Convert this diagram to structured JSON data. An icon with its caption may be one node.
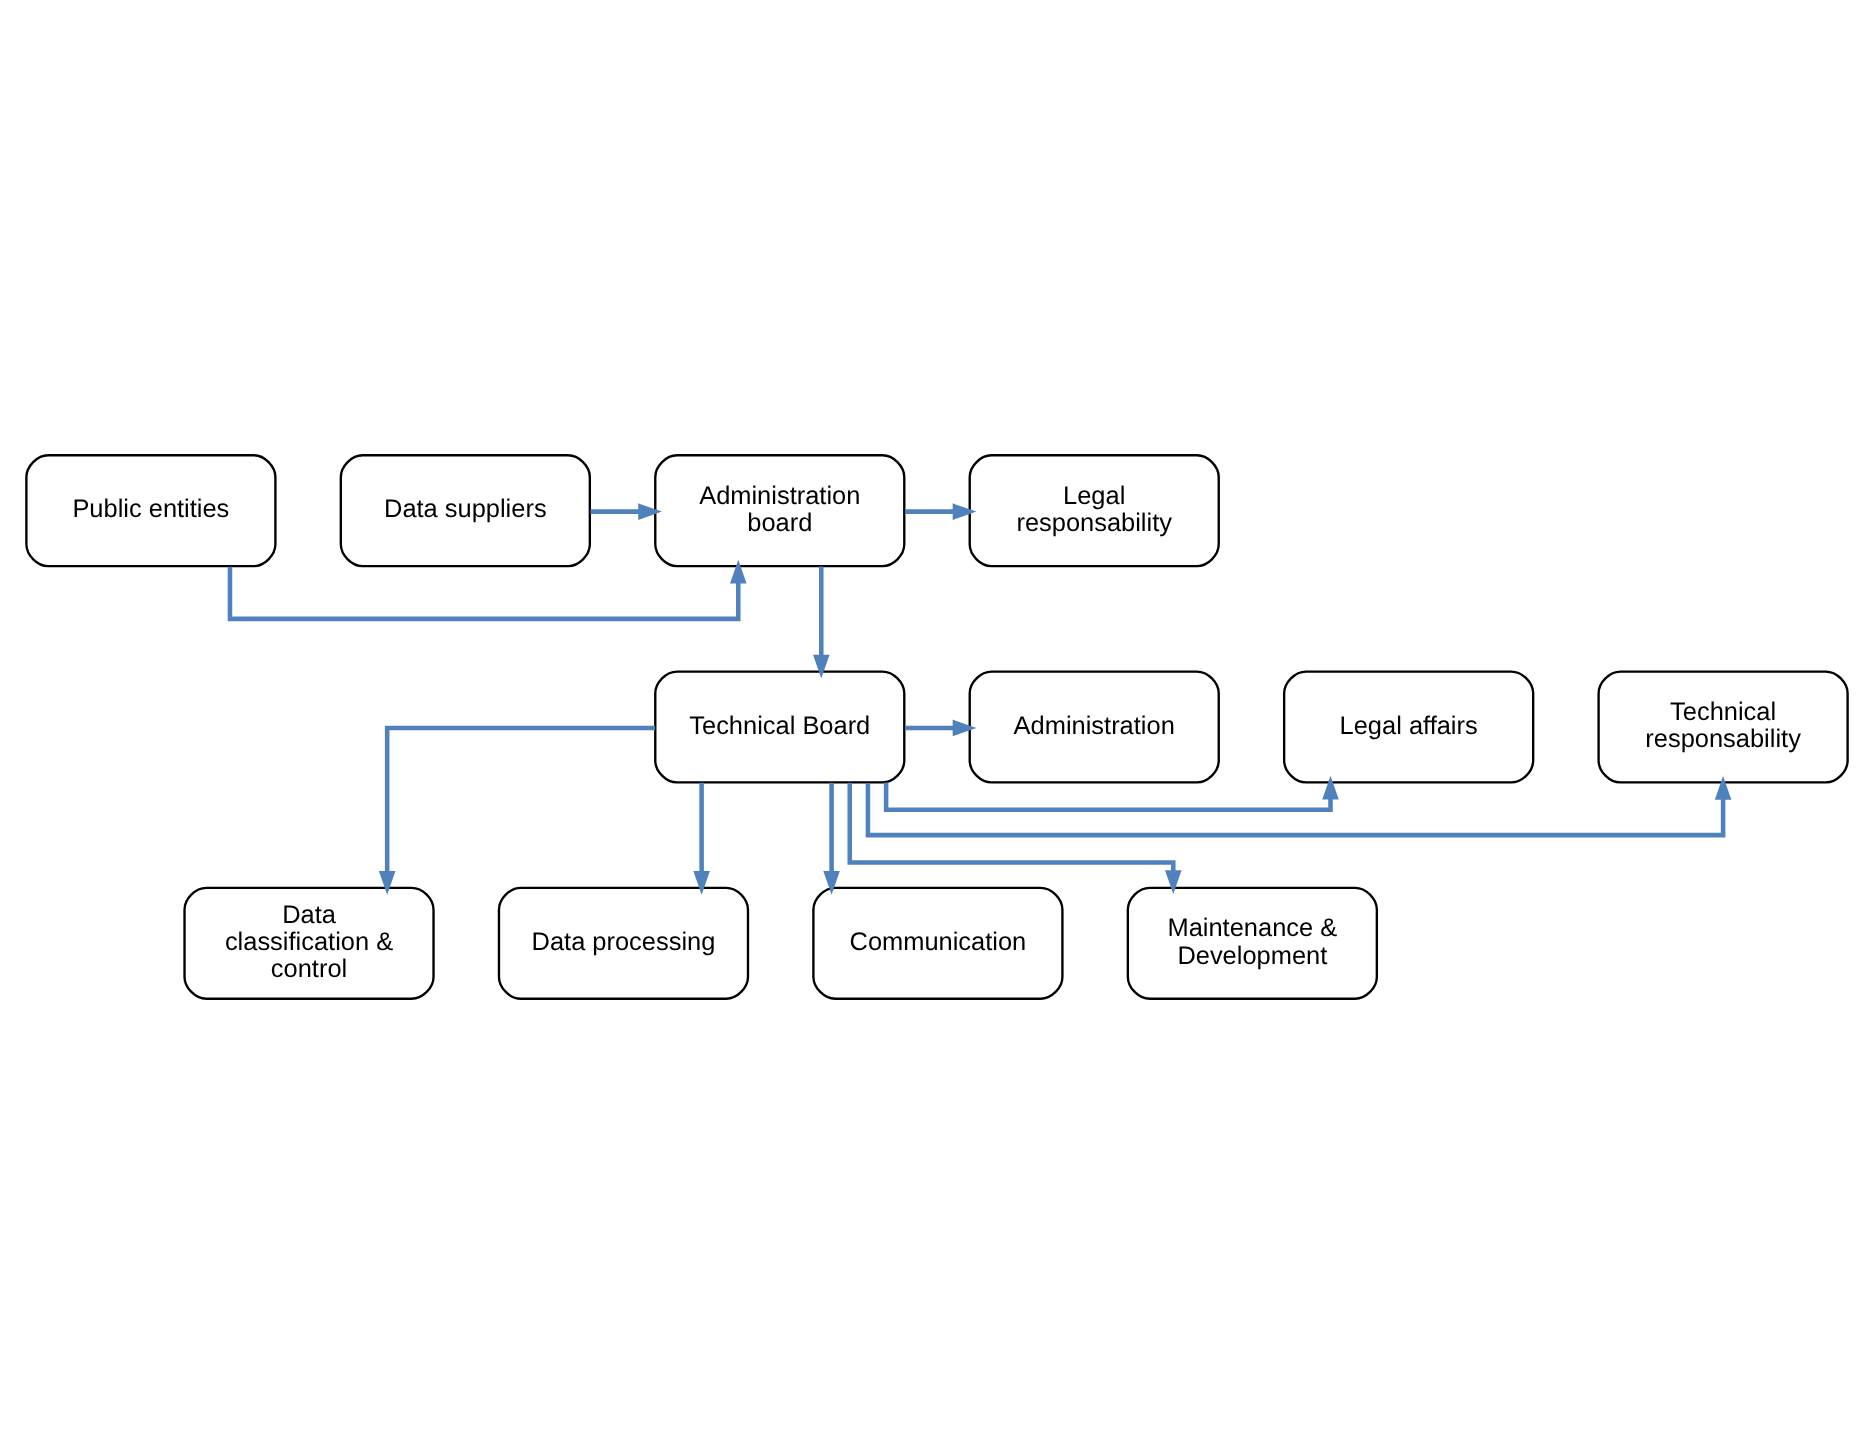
{
  "diagram": {
    "nodes": [
      {
        "text": [
          "Legal responsability"
        ]
      },
      {
        "text": [
          "Administration board"
        ]
      },
      {
        "text": [
          "Public entities"
        ]
      },
      {
        "text": [
          "Data suppliers"
        ]
      },
      {
        "text": [
          "Technical responsability"
        ]
      },
      {
        "text": [
          "Technical Board"
        ]
      },
      {
        "text": [
          "Legal affairs"
        ]
      },
      {
        "text": [
          "Administration"
        ]
      },
      {
        "text": [
          "Data classification & control"
        ]
      },
      {
        "text": [
          "Data processing"
        ]
      },
      {
        "text": [
          "Communication"
        ]
      },
      {
        "text": [
          "Maintenance & Development"
        ]
      }
    ],
    "edges": [
      {
        "from": 1,
        "to": 0,
        "arrow": "to"
      },
      {
        "from": 2,
        "to": 1,
        "arrow": "to"
      },
      {
        "from": 3,
        "to": 1,
        "arrow": "to"
      },
      {
        "from": 1,
        "to": 5,
        "arrow": "to"
      },
      {
        "from": 5,
        "to": 4,
        "arrow": "to"
      },
      {
        "from": 5,
        "to": 6,
        "arrow": "to"
      },
      {
        "from": 5,
        "to": 7,
        "arrow": "to"
      },
      {
        "from": 5,
        "to": 8,
        "arrow": "to"
      },
      {
        "from": 5,
        "to": 9,
        "arrow": "to"
      },
      {
        "from": 5,
        "to": 10,
        "arrow": "to"
      },
      {
        "from": 5,
        "to": 11,
        "arrow": "to"
      }
    ]
  }
}
